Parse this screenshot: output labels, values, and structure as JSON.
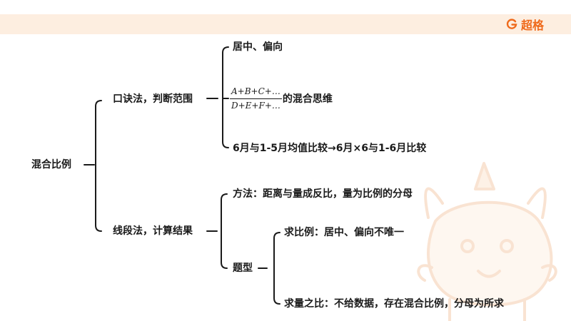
{
  "brand": {
    "name": "超格",
    "accent_color": "#ef6a1b",
    "band_color": "#fdeee0",
    "logo_icon": "g-logo-icon"
  },
  "mindmap": {
    "root": "混合比例",
    "branch_mnemonic": {
      "label": "口诀法，判断范围",
      "item_center": "居中、偏向",
      "item_formula": {
        "numerator": "A+B+C+…",
        "denominator": "D+E+F+…",
        "suffix": "的混合思维"
      },
      "item_compare": "6月与1-5月均值比较→6月×6与1-6月比较"
    },
    "branch_segment": {
      "label": "线段法，计算结果",
      "item_method": "方法：距离与量成反比，量为比例的分母",
      "item_types": {
        "label": "题型",
        "sub_ratio": "求比例：居中、偏向不唯一",
        "sub_quantity": "求量之比：不给数据，存在混合比例，分母为所求"
      }
    }
  }
}
